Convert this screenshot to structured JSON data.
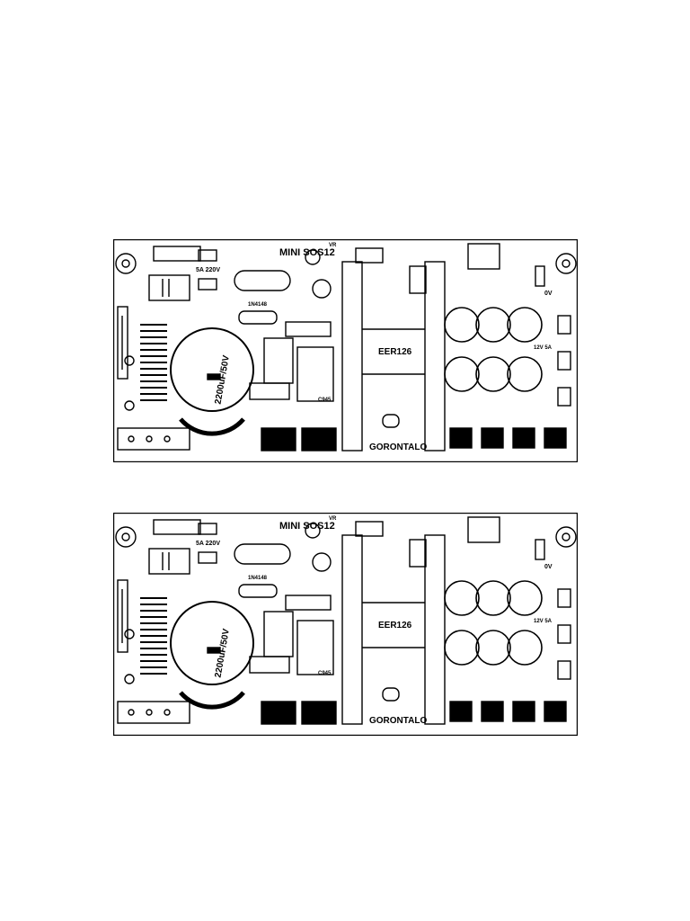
{
  "boards": [
    {
      "title": "MINI SOS12",
      "transformer_label": "2200uF/50V",
      "fuse_label": "5A 220V",
      "location_label": "GORONTALO",
      "ic_label": "EER126",
      "small_label_1": "1N4148",
      "small_label_2": "C945",
      "bridge_label": "0V",
      "power_label": "12V 5A",
      "pot_label": "VR"
    },
    {
      "title": "MINI SOS12",
      "transformer_label": "2200uF/50V",
      "fuse_label": "5A 220V",
      "location_label": "GORONTALO",
      "ic_label": "EER126",
      "small_label_1": "1N4148",
      "small_label_2": "C945",
      "bridge_label": "0V",
      "power_label": "12V 5A",
      "pot_label": "VR"
    }
  ]
}
